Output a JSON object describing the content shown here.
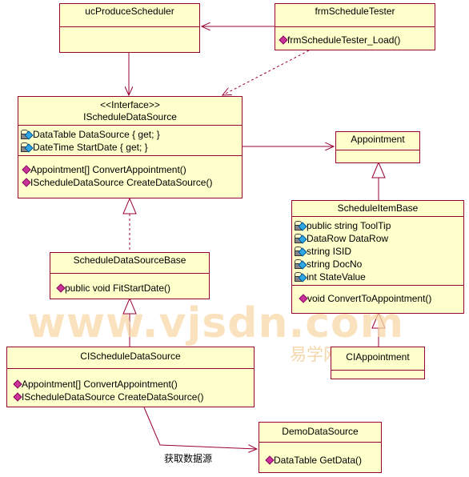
{
  "classes": {
    "uc_produce_scheduler": {
      "name": "ucProduceScheduler"
    },
    "frm_schedule_tester": {
      "name": "frmScheduleTester",
      "operations": [
        "frmScheduleTester_Load()"
      ]
    },
    "ischedule_data_source": {
      "stereotype": "<<Interface>>",
      "name": "IScheduleDataSource",
      "attributes": [
        "DataTable DataSource { get; }",
        "DateTime StartDate { get; }"
      ],
      "operations": [
        "Appointment[] ConvertAppointment()",
        "IScheduleDataSource CreateDataSource()"
      ]
    },
    "appointment": {
      "name": "Appointment"
    },
    "schedule_item_base": {
      "name": "ScheduleItemBase",
      "attributes": [
        "public string ToolTip",
        "DataRow DataRow",
        "string ISID",
        "string DocNo",
        "int StateValue"
      ],
      "operations": [
        "void ConvertToAppointment()"
      ]
    },
    "schedule_data_source_base": {
      "name": "ScheduleDataSourceBase",
      "operations": [
        "public void FitStartDate()"
      ]
    },
    "ci_schedule_data_source": {
      "name": "CIScheduleDataSource",
      "operations": [
        "Appointment[] ConvertAppointment()",
        "IScheduleDataSource CreateDataSource()"
      ]
    },
    "ci_appointment": {
      "name": "CIAppointment"
    },
    "demo_data_source": {
      "name": "DemoDataSource",
      "operations": [
        "DataTable GetData()"
      ]
    }
  },
  "labels": {
    "fetch_data": "获取数据源"
  },
  "watermark": {
    "latin": "www.vjsdn.com",
    "cjk": "易学网"
  },
  "colors": {
    "class_fill": "#ffffcc",
    "class_border": "#990033",
    "line": "#990033",
    "watermark": "#f7d9a8"
  }
}
